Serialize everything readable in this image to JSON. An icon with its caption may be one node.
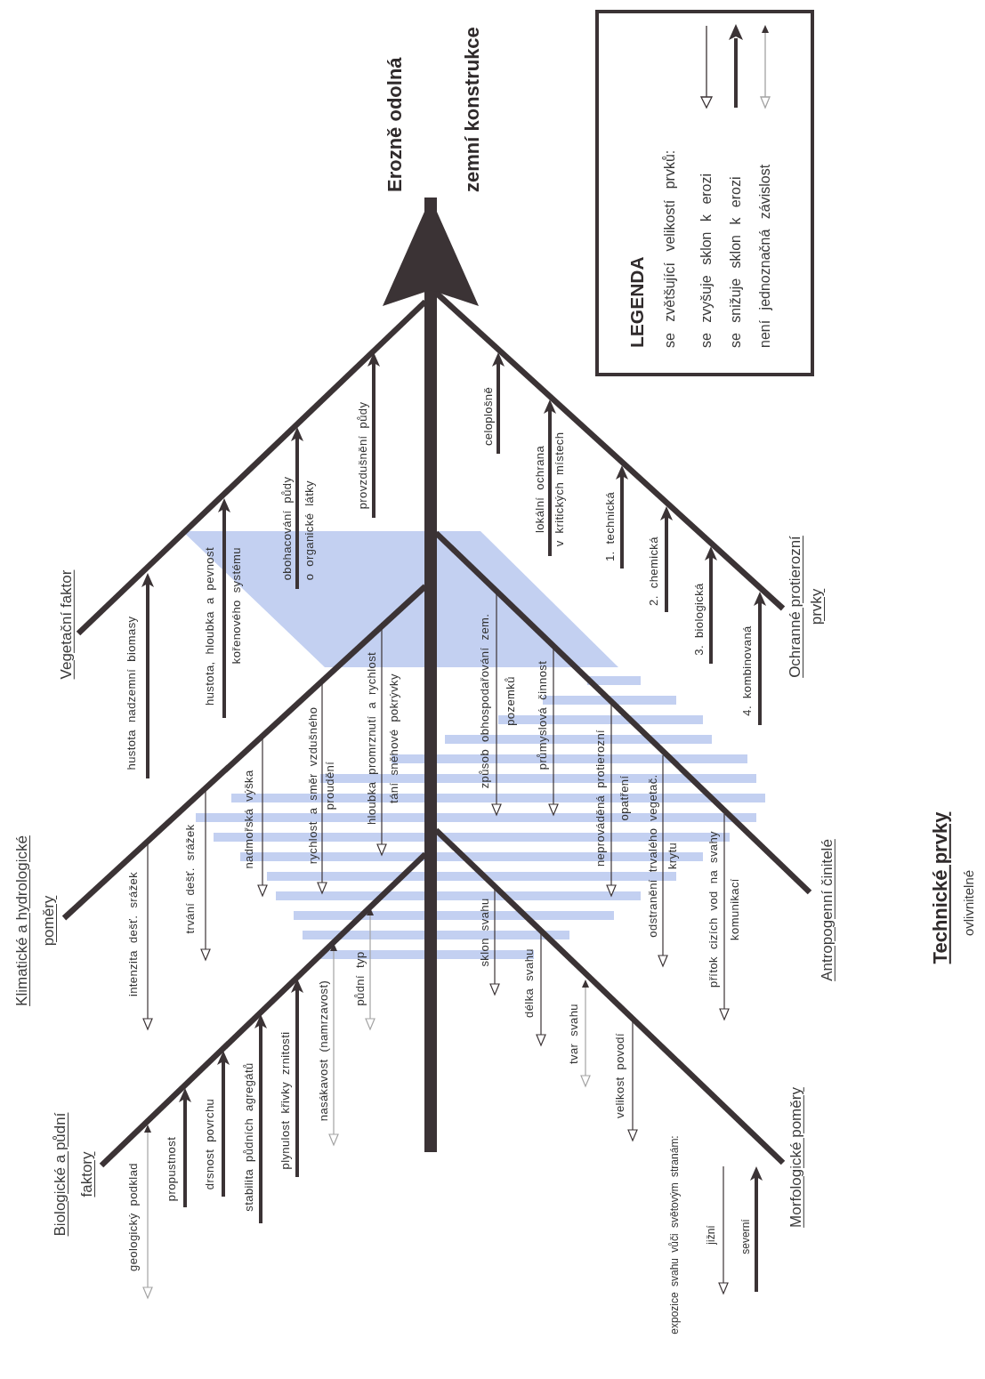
{
  "diagram": {
    "nodes": [
      {
        "text": [
          "Erozně odolná zemní konstrukce"
        ]
      },
      {
        "text": [
          "Vegetační faktor"
        ]
      },
      {
        "text": [
          "Klimatické a hydrologické poměry"
        ]
      },
      {
        "text": [
          "Biologické a půdní faktory"
        ]
      },
      {
        "text": [
          "Ochranné protierozní prvky"
        ]
      },
      {
        "text": [
          "Antropogenní činitelé"
        ]
      },
      {
        "text": [
          "Morfologické poměry"
        ]
      },
      {
        "text": [],
        "shape": "bar"
      }
    ],
    "edges": [
      {
        "from": 7,
        "to": 0,
        "arrow": "to",
        "style": "thick"
      },
      {
        "from": 1,
        "to": 7,
        "arrow": "none"
      },
      {
        "from": 2,
        "to": 7,
        "arrow": "none"
      },
      {
        "from": 3,
        "to": 7,
        "arrow": "none"
      },
      {
        "from": 4,
        "to": 7,
        "arrow": "none"
      },
      {
        "from": 5,
        "to": 7,
        "arrow": "none"
      },
      {
        "from": 6,
        "to": 7,
        "arrow": "none"
      }
    ],
    "labels": [
      "LEGENDA",
      "se zvětšující velikostí prvků:",
      "hustota nadzemní biomasy",
      "hustota, hloubka a pevnost kořenového systému",
      "obohacování půdy o organické látky",
      "provzdušnění půdy",
      "intenzita dešť. srážek",
      "trvání dešť. srážek",
      "nadmořská výška",
      "rychlost a směr vzdušného proudění",
      "hloubka promrznutí a rychlost tání sněhové pokrývky",
      "geologický podklad",
      "propustnost",
      "drsnost povrchu",
      "stabilita půdních agregátů",
      "plynulost křivky zrnitosti",
      "nasákavost (namrzavost)",
      "půdní typ",
      "celoplošně",
      "lokální ochrana v kritických místech",
      "1. technická",
      "2. chemická",
      "3. biologická",
      "4. kombinovaná",
      "způsob obhospodařování zem. pozemků",
      "průmyslová činnost",
      "neprováděná protierozní opatření",
      "odstranění trvalého vegetač. krytu",
      "přítok cizích vod na svahy komunikací",
      "sklon svahu",
      "délka svahu",
      "tvar svahu",
      "velikost povodí",
      "expozice svahu vůči světovým stranám:",
      "jižní",
      "severní",
      "Technické prvky",
      "ovlivnitelné"
    ],
    "legend": [
      {
        "text": "se zvyšuje sklon k erozi"
      },
      {
        "text": "se snižuje sklon k erozi"
      },
      {
        "text": "není jednoznačná závislost"
      }
    ]
  }
}
